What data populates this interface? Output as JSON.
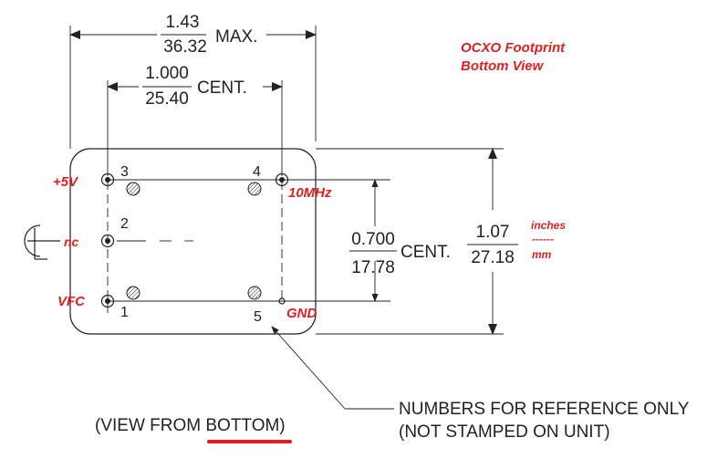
{
  "title": {
    "line1": "OCXO Footprint",
    "line2": "Bottom View"
  },
  "dimensions": {
    "max_width": {
      "inch": "1.43",
      "mm": "36.32",
      "suffix": "MAX."
    },
    "pin_span": {
      "inch": "1.000",
      "mm": "25.40",
      "suffix": "CENT."
    },
    "pin_pitch_vertical": {
      "inch": "0.700",
      "mm": "17.78",
      "suffix": "CENT."
    },
    "height": {
      "inch": "1.07",
      "mm": "27.18"
    },
    "unit_legend": {
      "top": "inches",
      "divider": "------",
      "bottom": "mm"
    }
  },
  "pins": {
    "p1": "1",
    "p2": "2",
    "p3": "3",
    "p4": "4",
    "p5": "5"
  },
  "signals": {
    "p3": "+5V",
    "p2": "nc",
    "p1": "VFC",
    "p4": "10MHz",
    "p5": "GND"
  },
  "notes": {
    "reference_line1": "NUMBERS FOR REFERENCE ONLY",
    "reference_line2": "(NOT STAMPED ON UNIT)",
    "view": "(VIEW FROM BOTTOM)"
  },
  "colors": {
    "annotation": "#e02020",
    "ink": "#222222"
  }
}
